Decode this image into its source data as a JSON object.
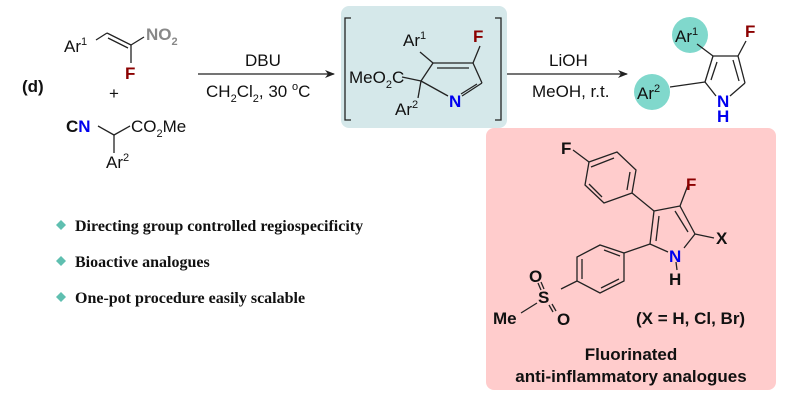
{
  "scheme_label": "(d)",
  "colors": {
    "fluorine": "#8b0000",
    "nitrogen": "#0000ee",
    "nitro": "#888888",
    "intermediate_box": "#d5e8ea",
    "product_box": "#ffcccc",
    "aryl_ball": "#80d8cc",
    "bullet": "#5fbfb0"
  },
  "reactant1": {
    "aryl": "Ar",
    "aryl_sup": "1",
    "nitro": "NO",
    "nitro_sub": "2",
    "fluoro": "F"
  },
  "plus": "+",
  "reactant2": {
    "isocyano_c": "C",
    "isocyano_n": "N",
    "ester": "CO",
    "ester_sub": "2",
    "ester_me": "Me",
    "aryl": "Ar",
    "aryl_sup": "2"
  },
  "step1": {
    "above": "DBU",
    "below_a": "CH",
    "below_sub1": "2",
    "below_b": "Cl",
    "below_sub2": "2",
    "below_c": ", 30 ",
    "below_deg": "o",
    "below_d": "C"
  },
  "intermediate": {
    "ester_a": "MeO",
    "ester_sub": "2",
    "ester_b": "C",
    "aryl1": "Ar",
    "aryl1_sup": "1",
    "aryl2": "Ar",
    "aryl2_sup": "2",
    "fluoro": "F",
    "nitrogen": "N"
  },
  "step2": {
    "above": "LiOH",
    "below": "MeOH, r.t."
  },
  "product": {
    "aryl1": "Ar",
    "aryl1_sup": "1",
    "aryl2": "Ar",
    "aryl2_sup": "2",
    "fluoro": "F",
    "nitrogen": "N",
    "hydrogen": "H"
  },
  "bullets": [
    "Directing group controlled regiospecificity",
    "Bioactive analogues",
    "One-pot procedure easily scalable"
  ],
  "analogue": {
    "aryl_fluoro": "F",
    "ring_fluoro": "F",
    "x_group": "X",
    "nitrogen": "N",
    "hydrogen": "H",
    "sulfur": "S",
    "oxygen1": "O",
    "oxygen2": "O",
    "methyl": "Me",
    "x_definition": "(X = H, Cl, Br)",
    "caption_line1": "Fluorinated",
    "caption_line2": "anti-inflammatory analogues"
  }
}
